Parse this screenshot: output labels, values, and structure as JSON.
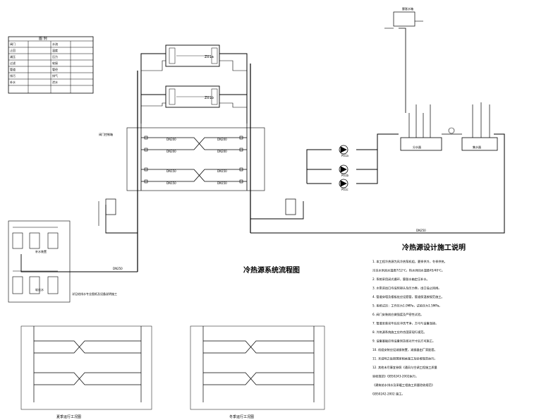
{
  "legend": {
    "title": "图 例",
    "rows": [
      [
        "阀门",
        "",
        "水流",
        ""
      ],
      [
        "止回",
        "",
        "温度",
        ""
      ],
      [
        "减压",
        "",
        "压力",
        ""
      ],
      [
        "过滤",
        "",
        "软接",
        ""
      ],
      [
        "管道",
        "",
        "管径",
        ""
      ],
      [
        "排污",
        "",
        "排气",
        ""
      ],
      [
        "补水",
        "",
        "泄水",
        ""
      ],
      [
        "",
        "",
        "",
        ""
      ]
    ]
  },
  "labels": {
    "chiller1": "Z01a",
    "chiller2": "Z01b",
    "valve_zone": "阀门控制箱",
    "pump_labels": [
      "P01a",
      "P01b",
      "P01c"
    ],
    "tank_top": "膨胀水箱",
    "collector_left": "分水器",
    "collector_right": "集水器",
    "main_pipe": "DN250",
    "return_pipe": "DN250",
    "side_box_label1": "补水装置",
    "side_box_label2": "软化水",
    "side_box_note": "详见给排水专业图纸及设备说明施工",
    "main_title": "冷热源系统流程图",
    "sub_left": "夏季运行工况图",
    "sub_right": "冬季运行工况图",
    "pipe_tags": [
      "DN200",
      "DN200",
      "DN200",
      "DN200",
      "DN150",
      "DN150",
      "DN150",
      "DN150"
    ]
  },
  "notes": {
    "title": "冷热源设计施工说明",
    "lines": [
      "1. 本工程冷热源为风冷热泵机组，夏季供冷，冬季供热，",
      "   冷冻水供回水温度7/12℃，热水供回水温度45/40℃。",
      "2. 系统采用闭式循环，膨胀水箱定压补水。",
      "3. 水泵进出口均设软接头及压力表，出口设止回阀。",
      "4. 管道穿墙及楼板处应设套管，管道保温按规范施工。",
      "5. 系统试压：工作压力1.0MPa，试验压力1.5MPa。",
      "6. 阀门安装前应做强度及严密性试验。",
      "7. 管道安装完毕后应冲洗干净，方可与设备连接。",
      "8. 冷热源系统施工应符合国家现行规范。",
      "9. 设备基础应待设备到货核对尺寸后方可施工。",
      "10. 机组安装应设减振装置，减振器由厂家配套。",
      "11. 未说明之处按国家相关施工及验收规范执行。",
      "12. 其他未尽事宜参照《通风与空调工程施工质量",
      "    验收规范》GB50243-2002执行。",
      "    《建筑给水排水及采暖工程施工质量验收规范》",
      "    GB50242-2002 施工。"
    ]
  }
}
